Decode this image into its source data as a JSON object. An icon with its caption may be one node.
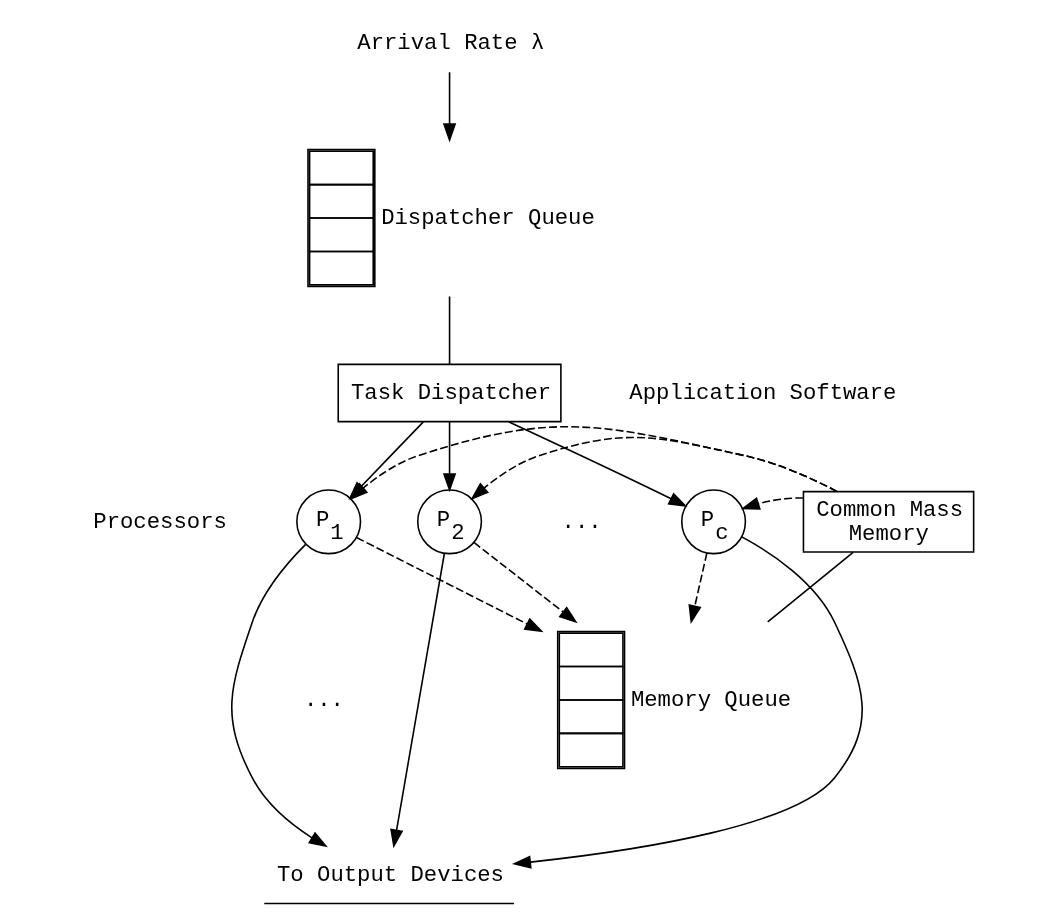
{
  "diagram": {
    "nodes": [
      {
        "text": [
          "Arrival Rate λ"
        ]
      },
      {
        "text": [],
        "shape": "box",
        "beside": [
          "Dispatcher Queue"
        ]
      },
      {
        "text": [
          "Task Dispatcher"
        ]
      },
      {
        "text": [
          "P$_{1}$"
        ]
      },
      {
        "text": [
          "P$_{2}$"
        ]
      },
      {
        "text": [
          "P$_{c}$"
        ]
      },
      {
        "text": [
          "Common Mass Memory"
        ]
      },
      {
        "text": [],
        "shape": "box",
        "beside": [
          "Memory Queue"
        ]
      },
      {
        "text": [
          "To Output Devices"
        ]
      }
    ],
    "edges": [
      {
        "from": 0,
        "to": 1,
        "arrow": "to"
      },
      {
        "from": 1,
        "to": 2,
        "arrow": "none"
      },
      {
        "from": 2,
        "to": 3,
        "arrow": "to"
      },
      {
        "from": 2,
        "to": 4,
        "arrow": "to"
      },
      {
        "from": 2,
        "to": 5,
        "arrow": "to"
      },
      {
        "from": 6,
        "to": 3,
        "arrow": "to",
        "style": "dashed"
      },
      {
        "from": 6,
        "to": 4,
        "arrow": "to",
        "style": "dashed"
      },
      {
        "from": 6,
        "to": 5,
        "arrow": "to",
        "style": "dashed"
      },
      {
        "from": 6,
        "to": 7,
        "arrow": "none"
      },
      {
        "from": 3,
        "to": 7,
        "arrow": "to",
        "style": "dashed"
      },
      {
        "from": 4,
        "to": 7,
        "arrow": "to",
        "style": "dashed"
      },
      {
        "from": 5,
        "to": 7,
        "arrow": "to",
        "style": "dashed"
      },
      {
        "from": 3,
        "to": 8,
        "arrow": "to"
      },
      {
        "from": 4,
        "to": 8,
        "arrow": "to"
      },
      {
        "from": 5,
        "to": 8,
        "arrow": "to"
      }
    ],
    "labels": [
      "Application Software",
      "Processors",
      "...",
      "..."
    ]
  }
}
